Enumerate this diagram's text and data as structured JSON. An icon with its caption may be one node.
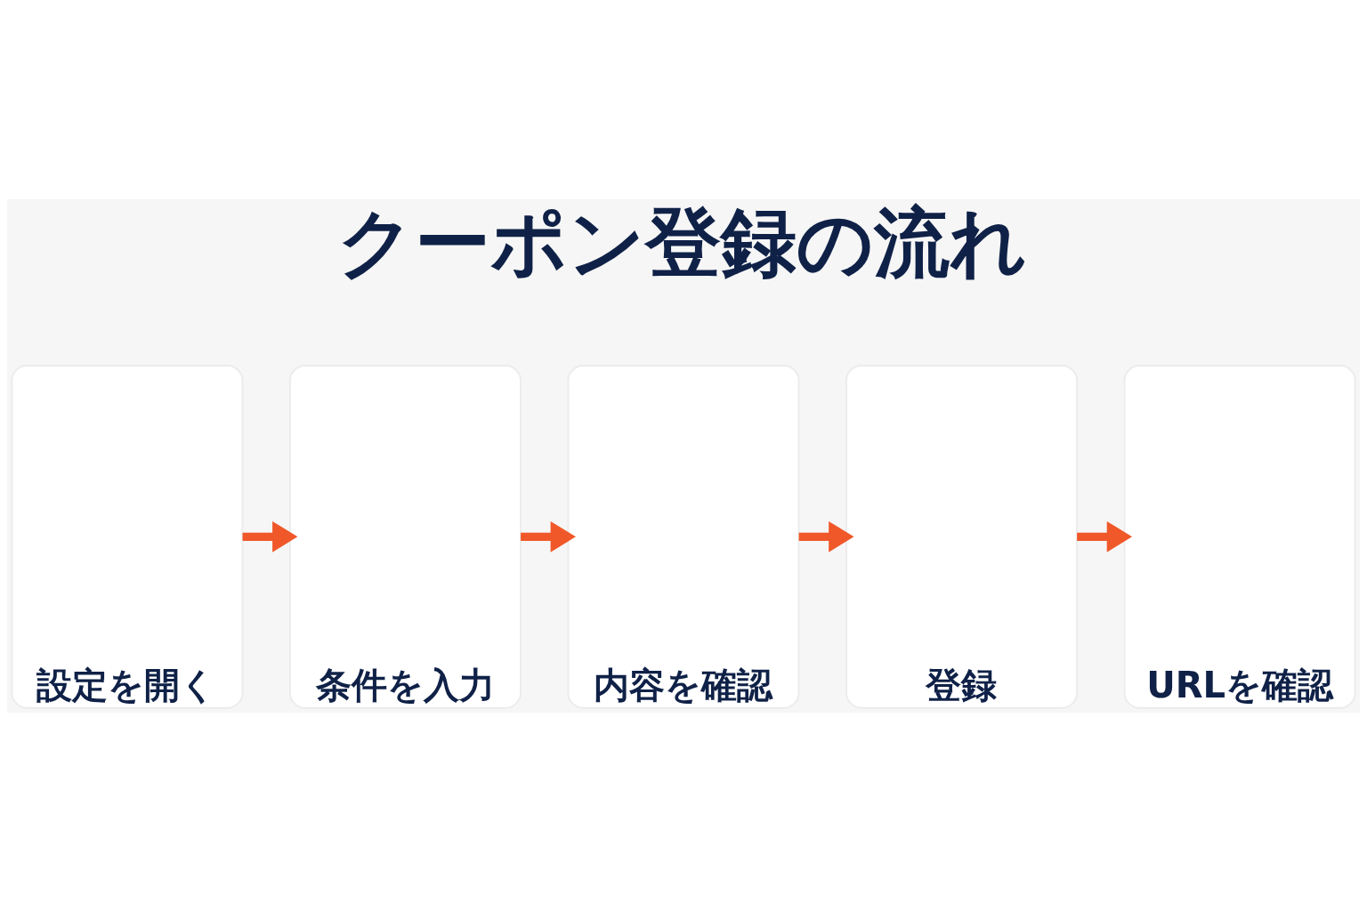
{
  "diagram": {
    "title": "クーポン登録の流れ",
    "nodes": [
      {
        "text": [
          "設定を開く"
        ]
      },
      {
        "text": [
          "条件を入力"
        ]
      },
      {
        "text": [
          "内容を確認"
        ]
      },
      {
        "text": [
          "登録"
        ]
      },
      {
        "text": [
          "URLを確認"
        ]
      }
    ],
    "edges": [
      {
        "from": 0,
        "to": 1,
        "arrow": "to"
      },
      {
        "from": 1,
        "to": 2,
        "arrow": "to"
      },
      {
        "from": 2,
        "to": 3,
        "arrow": "to"
      },
      {
        "from": 3,
        "to": 4,
        "arrow": "to"
      }
    ]
  }
}
